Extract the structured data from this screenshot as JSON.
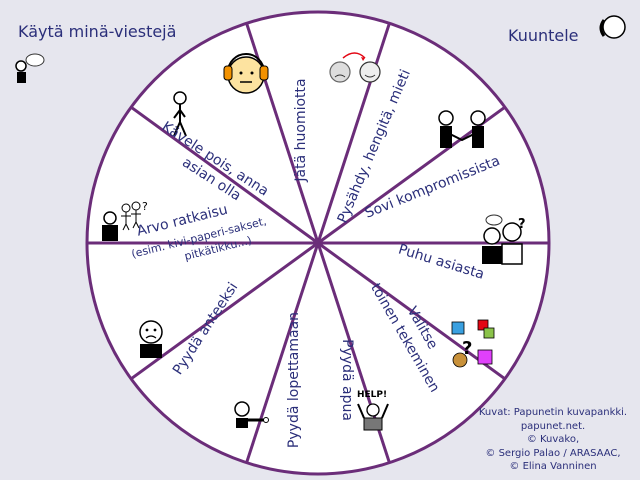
{
  "header": {
    "left_title": "Käytä minä-viestejä",
    "right_title": "Kuuntele"
  },
  "wheel": {
    "line_color": "#6b2d79",
    "fill_color": "#ffffff",
    "text_color": "#2b2f7a",
    "segments": [
      {
        "id": "ignore",
        "lines": [
          "Jätä huomiotta"
        ],
        "icon": "headphones-face-icon"
      },
      {
        "id": "pause",
        "lines": [
          "Pysähdy, hengitä, mieti"
        ],
        "icon": "calm-down-faces-icon"
      },
      {
        "id": "compromise",
        "lines": [
          "Sovi kompromissista"
        ],
        "icon": "handshake-icon"
      },
      {
        "id": "talk",
        "lines": [
          "Puhu asiasta"
        ],
        "icon": "talking-people-icon"
      },
      {
        "id": "choose",
        "lines": [
          "Valitse",
          "toinen tekeminen"
        ],
        "icon": "toys-question-icon"
      },
      {
        "id": "help",
        "lines": [
          "Pyydä apua"
        ],
        "icon": "help-person-icon"
      },
      {
        "id": "stop",
        "lines": [
          "Pyydä lopettamaan"
        ],
        "icon": "stop-gesture-icon"
      },
      {
        "id": "sorry",
        "lines": [
          "Pyydä anteeksi"
        ],
        "icon": "sorry-face-icon"
      },
      {
        "id": "draw",
        "lines": [
          "Arvo ratkaisu"
        ],
        "sub_lines": [
          "(esim. kivi-paperi-sakset,",
          "pitkätikku...)"
        ],
        "icon": "group-choosing-icon"
      },
      {
        "id": "walk",
        "lines": [
          "Kävele pois, anna",
          "asian olla"
        ],
        "icon": "walking-person-icon"
      }
    ],
    "help_sign": "HELP!"
  },
  "credits": {
    "lines": [
      "Kuvat: Papunetin kuvapankki.",
      "papunet.net.",
      "© Kuvako,",
      "© Sergio Palao / ARASAAC,",
      "© Elina Vanninen"
    ]
  }
}
